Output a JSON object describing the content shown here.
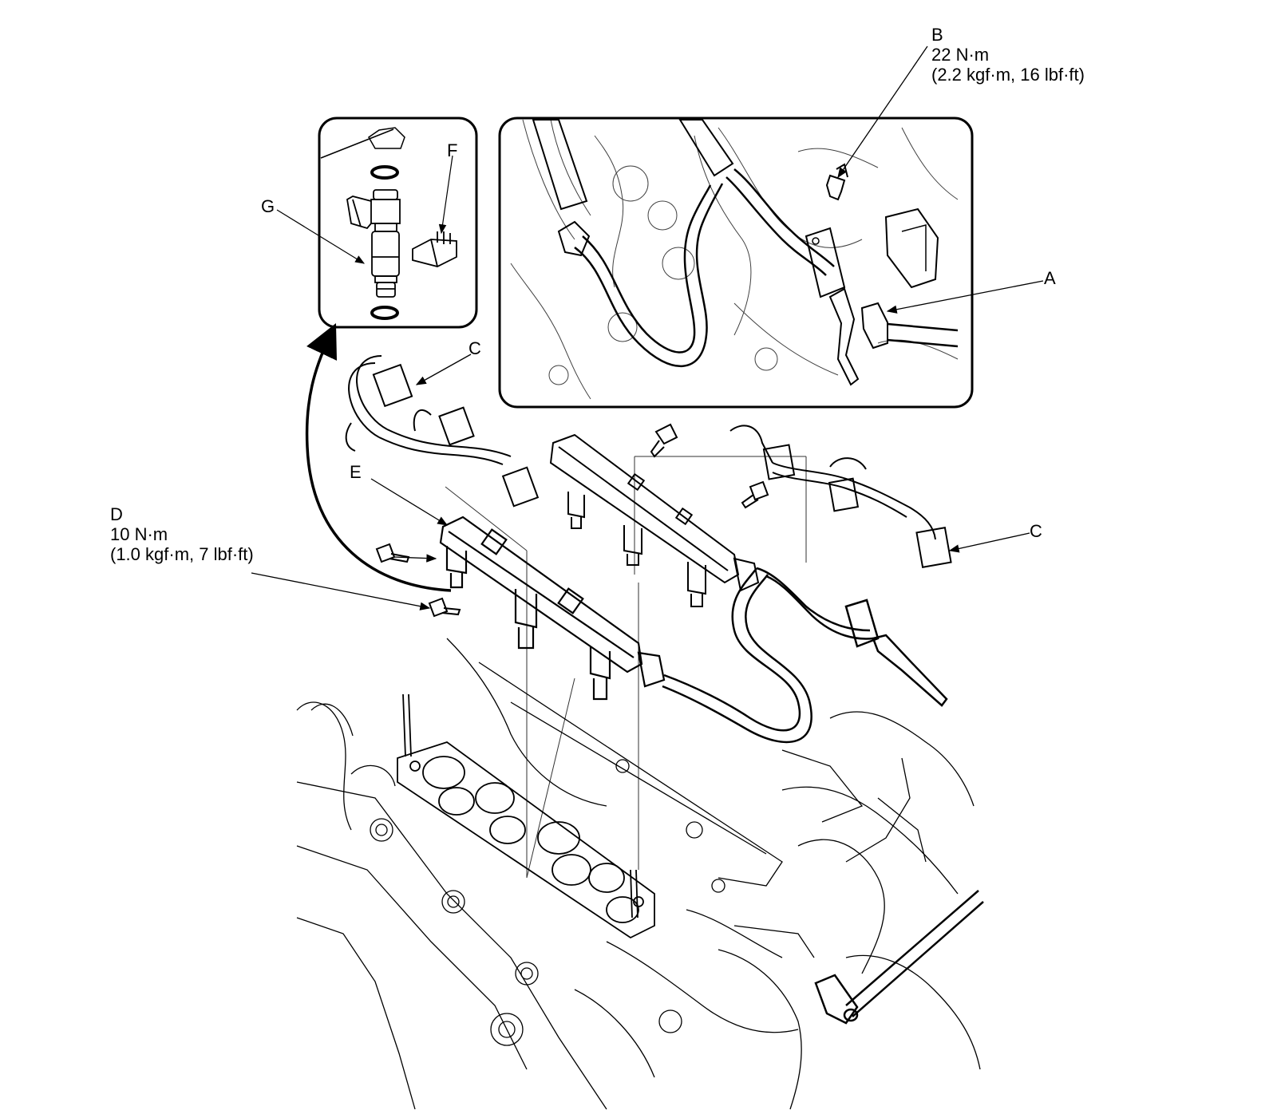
{
  "callouts": {
    "A": {
      "letter": "A"
    },
    "B": {
      "letter": "B",
      "torque": "22 N·m",
      "torque_alt": "(2.2 kgf·m, 16 lbf·ft)"
    },
    "C_upper": {
      "letter": "C"
    },
    "C_right": {
      "letter": "C"
    },
    "D": {
      "letter": "D",
      "torque": "10 N·m",
      "torque_alt": "(1.0 kgf·m, 7 lbf·ft)"
    },
    "E": {
      "letter": "E"
    },
    "F": {
      "letter": "F"
    },
    "G": {
      "letter": "G"
    }
  },
  "colors": {
    "line": "#000000",
    "background": "#ffffff"
  }
}
